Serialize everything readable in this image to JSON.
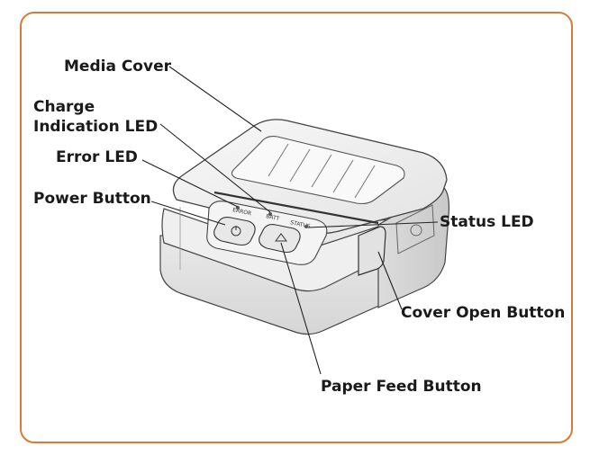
{
  "labels": {
    "media_cover": "Media Cover",
    "charge_led": "Charge\nIndication LED",
    "error_led": "Error LED",
    "power_button": "Power Button",
    "status_led": "Status LED",
    "cover_open_button": "Cover Open Button",
    "paper_feed_button": "Paper Feed Button"
  },
  "panel_text": {
    "error": "ERROR",
    "batt": "BATT",
    "status": "STATUS"
  },
  "colors": {
    "frame": "#d97a3a",
    "body": "#f2f2f2",
    "line": "#444444"
  }
}
